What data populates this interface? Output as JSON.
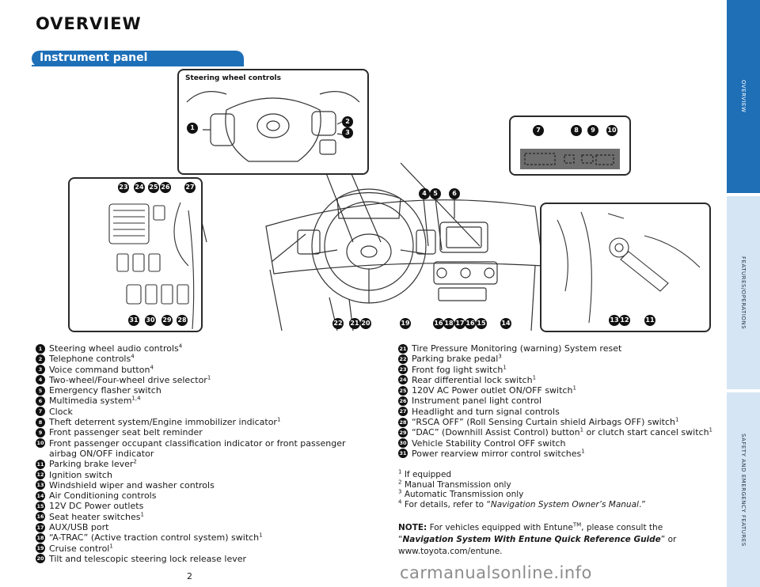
{
  "page": {
    "title": "OVERVIEW",
    "section": "Instrument panel",
    "page_number": "2",
    "watermark": "carmanualsonline.info"
  },
  "side_tabs": [
    {
      "label": "OVERVIEW",
      "active": true
    },
    {
      "label": "FEATURES/OPERATIONS",
      "active": false
    },
    {
      "label": "SAFETY AND EMERGENCY FEATURES",
      "active": false
    }
  ],
  "figure": {
    "steering_inset_label": "Steering wheel controls",
    "callouts": [
      "1",
      "2",
      "3",
      "4",
      "5",
      "6",
      "7",
      "8",
      "9",
      "10",
      "11",
      "12",
      "13",
      "14",
      "15",
      "16",
      "17",
      "18",
      "19",
      "20",
      "21",
      "22",
      "23",
      "24",
      "25",
      "26",
      "27",
      "28",
      "29",
      "30",
      "31"
    ]
  },
  "items_left": [
    {
      "n": "1",
      "text": "Steering wheel audio controls",
      "sup": "4"
    },
    {
      "n": "2",
      "text": "Telephone controls",
      "sup": "4"
    },
    {
      "n": "3",
      "text": "Voice command button",
      "sup": "4"
    },
    {
      "n": "4",
      "text": "Two-wheel/Four-wheel drive selector",
      "sup": "1"
    },
    {
      "n": "5",
      "text": "Emergency flasher switch",
      "sup": ""
    },
    {
      "n": "6",
      "text": "Multimedia system",
      "sup": "1,4"
    },
    {
      "n": "7",
      "text": "Clock",
      "sup": ""
    },
    {
      "n": "8",
      "text": "Theft deterrent system/Engine immobilizer indicator",
      "sup": "1"
    },
    {
      "n": "9",
      "text": "Front passenger seat belt reminder",
      "sup": ""
    },
    {
      "n": "10",
      "text": "Front passenger occupant classification indicator or front passenger airbag ON/OFF indicator",
      "sup": ""
    },
    {
      "n": "11",
      "text": "Parking brake lever",
      "sup": "2"
    },
    {
      "n": "12",
      "text": "Ignition switch",
      "sup": ""
    },
    {
      "n": "13",
      "text": "Windshield wiper and washer controls",
      "sup": ""
    },
    {
      "n": "14",
      "text": "Air Conditioning controls",
      "sup": ""
    },
    {
      "n": "15",
      "text": "12V DC Power outlets",
      "sup": ""
    },
    {
      "n": "16",
      "text": "Seat heater switches",
      "sup": "1"
    },
    {
      "n": "17",
      "text": "AUX/USB port",
      "sup": ""
    },
    {
      "n": "18",
      "text": "“A-TRAC” (Active traction control system) switch",
      "sup": "1"
    },
    {
      "n": "19",
      "text": "Cruise control",
      "sup": "1"
    },
    {
      "n": "20",
      "text": "Tilt and telescopic steering lock release lever",
      "sup": ""
    }
  ],
  "items_right": [
    {
      "n": "21",
      "text": "Tire Pressure Monitoring (warning) System reset",
      "sup": ""
    },
    {
      "n": "22",
      "text": "Parking brake pedal",
      "sup": "3"
    },
    {
      "n": "23",
      "text": "Front fog light switch",
      "sup": "1"
    },
    {
      "n": "24",
      "text": "Rear differential lock switch",
      "sup": "1"
    },
    {
      "n": "25",
      "text": "120V AC Power outlet ON/OFF switch",
      "sup": "1"
    },
    {
      "n": "26",
      "text": "Instrument panel light control",
      "sup": ""
    },
    {
      "n": "27",
      "text": "Headlight and turn signal controls",
      "sup": ""
    },
    {
      "n": "28",
      "text": "“RSCA OFF” (Roll Sensing Curtain shield Airbags OFF) switch",
      "sup": "1"
    },
    {
      "n": "29",
      "text": "“DAC” (Downhill Assist Control) button",
      "sup": "1",
      "tail": " or clutch start cancel switch",
      "tail_sup": "1"
    },
    {
      "n": "30",
      "text": "Vehicle Stability Control OFF switch",
      "sup": ""
    },
    {
      "n": "31",
      "text": "Power rearview mirror control switches",
      "sup": "1"
    }
  ],
  "footnotes": [
    {
      "mark": "1",
      "text": "If equipped"
    },
    {
      "mark": "2",
      "text": "Manual Transmission only"
    },
    {
      "mark": "3",
      "text": "Automatic Transmission only"
    },
    {
      "mark": "4",
      "text_before": "For details, refer to “",
      "italic": "Navigation System Owner’s Manual",
      "text_after": ".”"
    }
  ],
  "note": {
    "label": "NOTE:",
    "text1": " For vehicles equipped with Entune",
    "tm": "TM",
    "text2": ", please consult the “",
    "italic": "Navigation System With Entune Quick Reference Guide",
    "text3": "” or www.toyota.com/entune."
  },
  "colors": {
    "accent_blue": "#1d6fb8",
    "tab_light": "#d6e5f4",
    "callout_black": "#111111"
  }
}
